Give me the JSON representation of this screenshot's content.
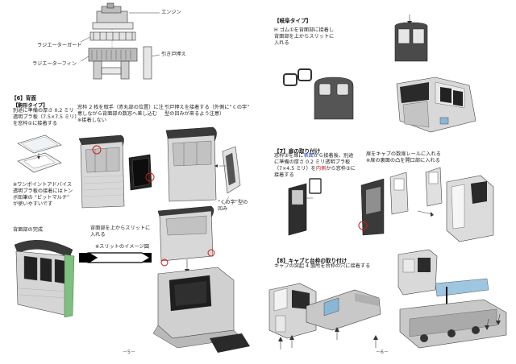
{
  "top": {
    "engine": "エンジン",
    "radiator_guard": "ラジエーターガード",
    "radiator_fin": "ラジエーターフィン",
    "sliding_door_holder": "引き戸押え"
  },
  "left": {
    "section6": "【6】背面",
    "kuhou_title": "【駒形タイプ】",
    "kuhou_text": "別途に準備の厚さ 0.2 ミリ\n透明プラ板（7.5×7.5 ミリ）\nを窓枠①に接着する",
    "col2_text": "窓枠 2 枚を取手（赤丸部の位置）に注\n意しながら背面部の数窓へ差し込む\n※接着しない",
    "col3_text": "引戸押えを接着する（外側に“くの字”\n型の凹みが来るよう注意）",
    "tip_text": "※ワンポイントアドバイス\n透明プラ板の接着にはトン\nボ鉛筆の “ピットマルチ”\nが使いやすいです",
    "kunoji_label": "“くの字”型の\n凹み",
    "done_label": "背面部の完成",
    "slit_text": "背面部を上からスリットに\n入れる",
    "slit_image_label": "※スリットのイメージ図",
    "page_num": "－5－"
  },
  "right": {
    "gifu_title": "【岐阜タイプ】",
    "gifu_text": "H ゴム①を背面部に接着し\n背面部を上からスリットに\n入れる",
    "section7": "【7】扉の取り付け",
    "door_text_1": "窓枠③を扉に",
    "door_text_1b": "表面",
    "door_text_1c": "から接着後、別途",
    "door_text_2": "に準備の厚さ 0.2 ミリ透明プラ板",
    "door_text_3": "（7×4.5 ミリ）を",
    "door_text_3b": "内側",
    "door_text_3c": "から窓枠③に",
    "door_text_4": "接着する",
    "rail_text": "扉をキャブの数扉レールに入れる\n※扉の裏面の凸を開口部に入れる",
    "section8": "【8】キャブと台枠の取り付け",
    "cab_text": "キャブの突起 4 箇所を台枠の穴に接着する",
    "page_num": "－6－"
  }
}
